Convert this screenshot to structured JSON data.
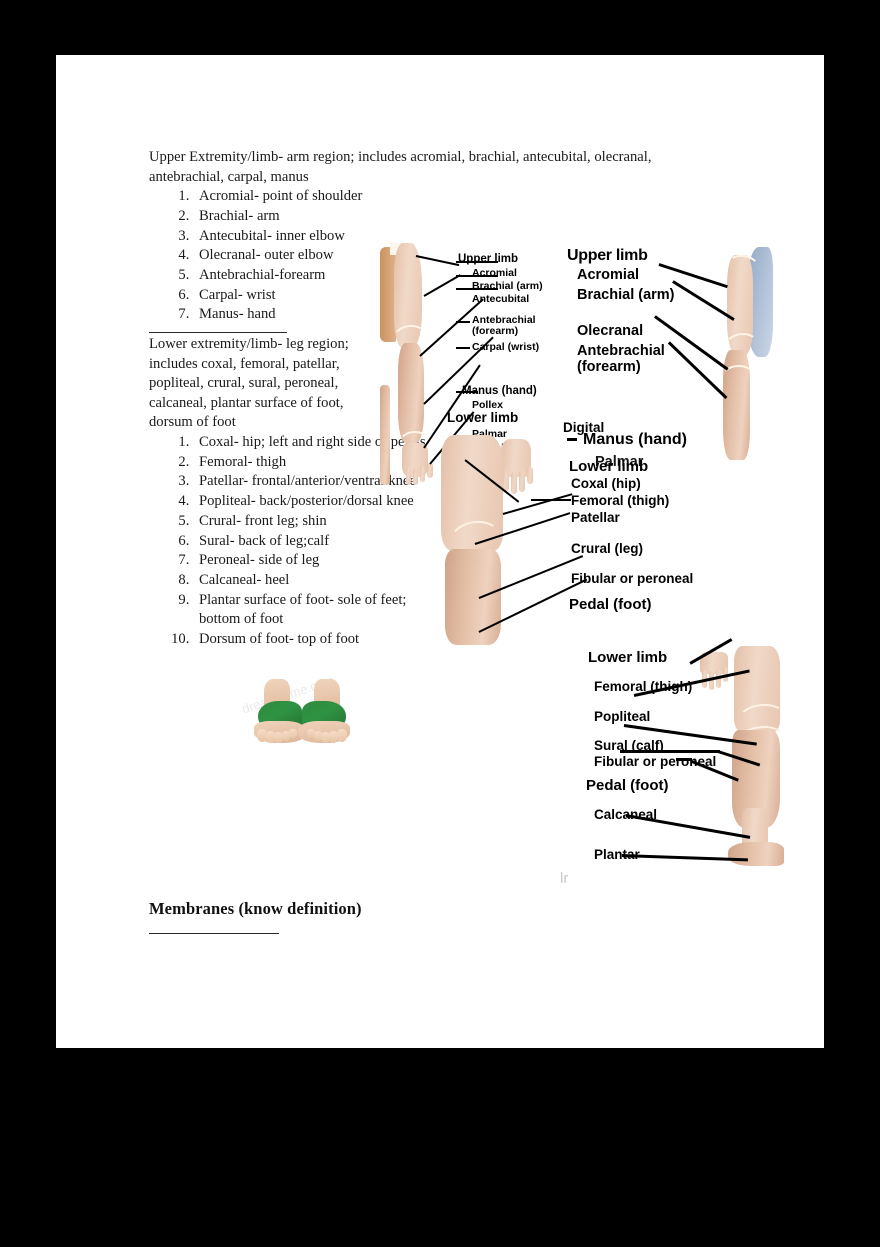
{
  "document": {
    "upper_extremity": {
      "intro": "Upper Extremity/limb- arm region; includes acromial, brachial, antecubital, olecranal, antebrachial, carpal, manus",
      "items": [
        "Acromial- point of shoulder",
        "Brachial- arm",
        "Antecubital- inner elbow",
        "Olecranal- outer elbow",
        "Antebrachial-forearm",
        "Carpal- wrist",
        "Manus- hand"
      ]
    },
    "lower_extremity": {
      "intro": "Lower extremity/limb- leg region; includes coxal, femoral, patellar, popliteal, crural, sural, peroneal, calcaneal, plantar surface of foot, dorsum of foot",
      "items": [
        "Coxal- hip; left and right side of pelvis",
        "Femoral- thigh",
        "Patellar- frontal/anterior/ventral knee",
        "Popliteal- back/posterior/dorsal knee",
        "Crural- front leg; shin",
        "Sural- back of leg;calf",
        "Peroneal- side of leg",
        "Calcaneal- heel",
        "Plantar surface of foot- sole of feet; bottom of foot",
        "Dorsum of foot- top of foot"
      ]
    },
    "membranes_heading": "Membranes (know definition)"
  },
  "figures": {
    "arm_diagram_left": {
      "title_upper": "Upper limb",
      "labels": [
        "Acromial",
        "Brachial (arm)",
        "Antecubital",
        "Antebrachial (forearm)",
        "Carpal (wrist)"
      ],
      "title_manus": "Manus (hand)",
      "manus_labels": [
        "Pollex",
        "Palmar",
        "Digital"
      ],
      "title_lower": "Lower limb"
    },
    "arm_diagram_right": {
      "title_upper": "Upper limb",
      "labels": [
        "Acromial",
        "Brachial (arm)",
        "Olecranal",
        "Antebrachial (forearm)"
      ],
      "title_manus": "Manus (hand)",
      "manus_labels": [
        "Palmar",
        "Digital"
      ]
    },
    "leg_diagram_middle": {
      "title": "Lower limb",
      "labels": [
        "Coxal (hip)",
        "Femoral (thigh)",
        "Patellar",
        "Crural (leg)",
        "Fibular or peroneal"
      ],
      "pedal_title": "Pedal (foot)"
    },
    "leg_diagram_bottom": {
      "title": "Lower limb",
      "labels": [
        "Femoral (thigh)",
        "Popliteal",
        "Sural (calf)",
        "Fibular or peroneal"
      ],
      "pedal_title": "Pedal (foot)",
      "pedal_labels": [
        "Calcaneal",
        "Plantar"
      ]
    },
    "feet_photo": {
      "watermark": "dreamstime.com"
    },
    "page_watermark": "lr"
  },
  "colors": {
    "page_background": "#ffffff",
    "canvas_background": "#000000",
    "text": "#1a1a1a",
    "label_text": "#000000",
    "sock_green": "#2f9243",
    "skin_tone": "#e6c6af",
    "garment_blue": "#aebfd6"
  }
}
